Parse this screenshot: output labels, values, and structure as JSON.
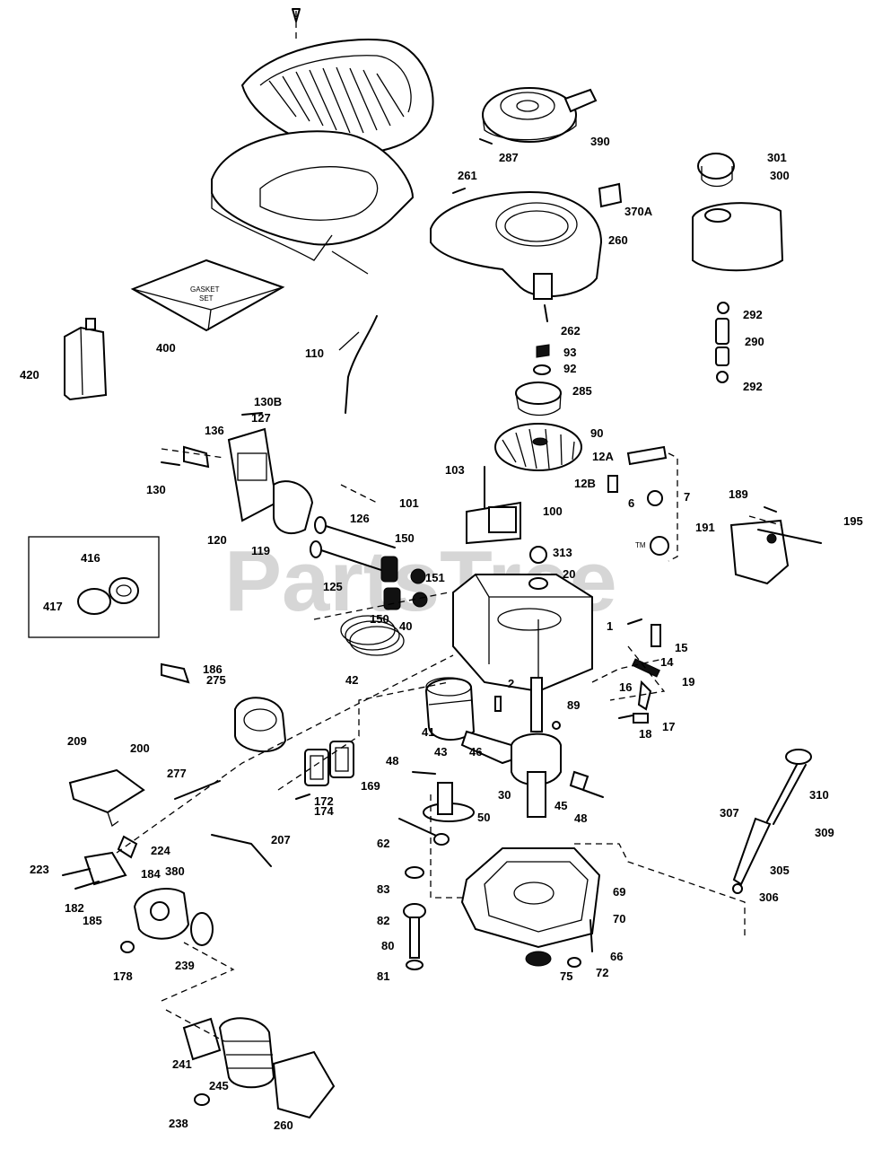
{
  "watermark": "PartsTree",
  "trademark": "TM",
  "gasket_set_text": [
    "GASKET",
    "SET"
  ],
  "part_labels": [
    "390",
    "287",
    "261",
    "370A",
    "260",
    "301",
    "300",
    "292",
    "290",
    "292",
    "262",
    "93",
    "92",
    "285",
    "90",
    "110",
    "400",
    "420",
    "130B",
    "127",
    "136",
    "130",
    "120",
    "119",
    "103",
    "101",
    "100",
    "12A",
    "12B",
    "7",
    "6",
    "189",
    "191",
    "195",
    "126",
    "150",
    "151",
    "125",
    "150",
    "313",
    "20",
    "416",
    "417",
    "1",
    "40",
    "42",
    "15",
    "14",
    "19",
    "186",
    "275",
    "2",
    "89",
    "16",
    "17",
    "18",
    "41",
    "43",
    "46",
    "209",
    "200",
    "277",
    "48",
    "172",
    "169",
    "174",
    "30",
    "45",
    "48",
    "50",
    "207",
    "224",
    "62",
    "223",
    "184",
    "380",
    "182",
    "185",
    "69",
    "83",
    "70",
    "82",
    "66",
    "80",
    "310",
    "307",
    "309",
    "305",
    "306",
    "72",
    "178",
    "239",
    "81",
    "75",
    "241",
    "245",
    "238",
    "260"
  ]
}
